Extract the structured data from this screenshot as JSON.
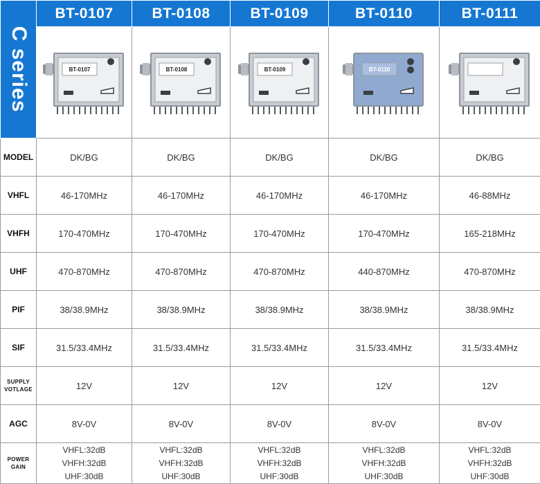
{
  "series_label": "C series",
  "models": [
    {
      "name": "BT-0107",
      "model": "DK/BG",
      "vhfl": "46-170MHz",
      "vhfh": "170-470MHz",
      "uhf": "470-870MHz",
      "pif": "38/38.9MHz",
      "sif": "31.5/33.4MHz",
      "supply": "12V",
      "agc": "8V-0V",
      "gain": [
        "VHFL:32dB",
        "VHFH:32dB",
        "UHF:30dB"
      ],
      "sticker": "BT-0107"
    },
    {
      "name": "BT-0108",
      "model": "DK/BG",
      "vhfl": "46-170MHz",
      "vhfh": "170-470MHz",
      "uhf": "470-870MHz",
      "pif": "38/38.9MHz",
      "sif": "31.5/33.4MHz",
      "supply": "12V",
      "agc": "8V-0V",
      "gain": [
        "VHFL:32dB",
        "VHFH:32dB",
        "UHF:30dB"
      ],
      "sticker": "BT-0108"
    },
    {
      "name": "BT-0109",
      "model": "DK/BG",
      "vhfl": "46-170MHz",
      "vhfh": "170-470MHz",
      "uhf": "470-870MHz",
      "pif": "38/38.9MHz",
      "sif": "31.5/33.4MHz",
      "supply": "12V",
      "agc": "8V-0V",
      "gain": [
        "VHFL:32dB",
        "VHFH:32dB",
        "UHF:30dB"
      ],
      "sticker": "BT-0109"
    },
    {
      "name": "BT-0110",
      "model": "DK/BG",
      "vhfl": "46-170MHz",
      "vhfh": "170-470MHz",
      "uhf": "440-870MHz",
      "pif": "38/38.9MHz",
      "sif": "31.5/33.4MHz",
      "supply": "12V",
      "agc": "8V-0V",
      "gain": [
        "VHFL:32dB",
        "VHFH:32dB",
        "UHF:30dB"
      ],
      "sticker": "BT-0110"
    },
    {
      "name": "BT-0111",
      "model": "DK/BG",
      "vhfl": "46-88MHz",
      "vhfh": "165-218MHz",
      "uhf": "470-870MHz",
      "pif": "38/38.9MHz",
      "sif": "31.5/33.4MHz",
      "supply": "12V",
      "agc": "8V-0V",
      "gain": [
        "VHFL:32dB",
        "VHFH:32dB",
        "UHF:30dB"
      ],
      "sticker": ""
    }
  ],
  "rows": [
    {
      "key": "model",
      "label": [
        "MODEL"
      ]
    },
    {
      "key": "vhfl",
      "label": [
        "VHFL"
      ]
    },
    {
      "key": "vhfh",
      "label": [
        "VHFH"
      ]
    },
    {
      "key": "uhf",
      "label": [
        "UHF"
      ]
    },
    {
      "key": "pif",
      "label": [
        "PIF"
      ]
    },
    {
      "key": "sif",
      "label": [
        "SIF"
      ]
    },
    {
      "key": "supply",
      "label": [
        "SUPPLY",
        "VOTLAGE"
      ]
    },
    {
      "key": "agc",
      "label": [
        "AGC"
      ]
    },
    {
      "key": "gain",
      "label": [
        "POWER",
        "GAIN"
      ]
    }
  ],
  "colors": {
    "header_bg": "#1677d2",
    "header_text": "#ffffff",
    "grid_line": "#9a9a9a",
    "metal": "#c9ccd1",
    "metal_dark": "#8d949c",
    "shield_plastic": "#8fa9cf"
  }
}
